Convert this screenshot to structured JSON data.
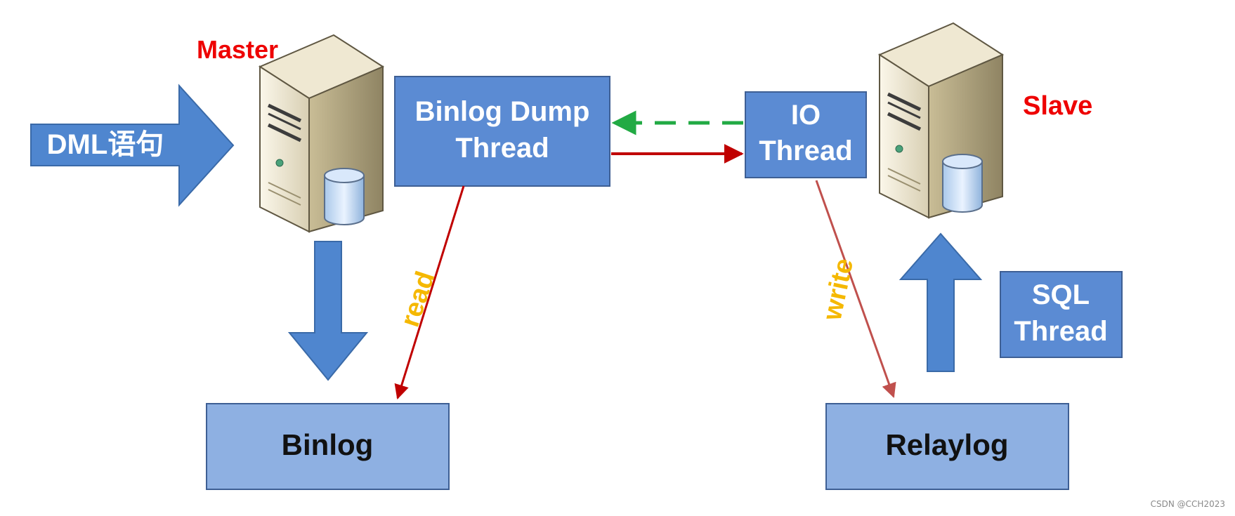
{
  "master": {
    "label": "Master"
  },
  "slave": {
    "label": "Slave"
  },
  "dml_arrow": {
    "label": "DML语句"
  },
  "binlog_dump_thread": {
    "line1": "Binlog Dump",
    "line2": "Thread"
  },
  "io_thread": {
    "line1": "IO",
    "line2": "Thread"
  },
  "sql_thread": {
    "line1": "SQL",
    "line2": "Thread"
  },
  "binlog": {
    "label": "Binlog"
  },
  "relaylog": {
    "label": "Relaylog"
  },
  "edge_labels": {
    "read": "read",
    "write": "write"
  },
  "watermark": "CSDN @CCH2023",
  "colors": {
    "box_fill": "#5b8bd3",
    "box_stroke": "#3e5f94",
    "log_fill": "#8eb0e2",
    "arrow_blue": "#4f86cf",
    "red": "#c00000",
    "green": "#22aa44",
    "orange": "#f5b800",
    "label_red": "#ee0000"
  }
}
